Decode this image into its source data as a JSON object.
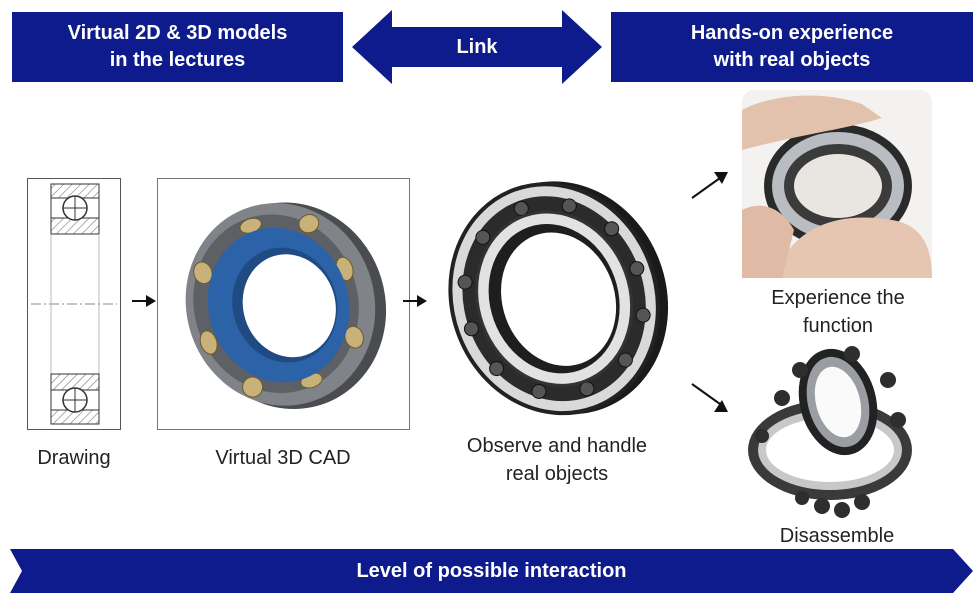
{
  "header": {
    "left_text": "Virtual 2D & 3D models\nin the lectures",
    "link_text": "Link",
    "right_text": "Hands-on experience\nwith real objects"
  },
  "stages": {
    "drawing": "Drawing",
    "cad": "Virtual 3D CAD",
    "observe": "Observe and handle\nreal objects",
    "experience": "Experience the\nfunction",
    "disassemble": "Disassemble"
  },
  "footer": {
    "label": "Level of  possible interaction"
  },
  "colors": {
    "banner": "#0d1b8c",
    "cad_blue": "#2b62a8",
    "steel": "#6c6f73"
  }
}
